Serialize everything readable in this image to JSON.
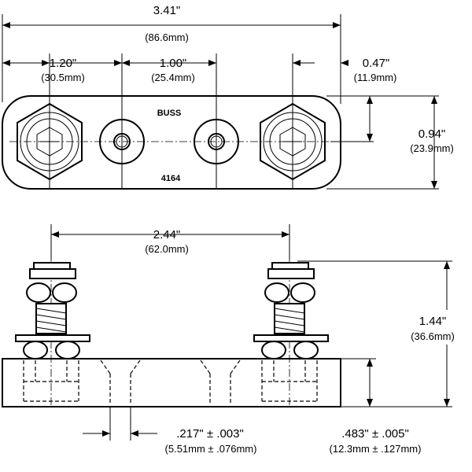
{
  "top_view": {
    "overall_length": {
      "inch": "3.41\"",
      "mm": "(86.6mm)"
    },
    "first_spacing": {
      "inch": "1.20\"",
      "mm": "(30.5mm)"
    },
    "second_spacing": {
      "inch": "1.00\"",
      "mm": "(25.4mm)"
    },
    "end_offset": {
      "inch": "0.47\"",
      "mm": "(11.9mm)"
    },
    "width": {
      "inch": "0.94\"",
      "mm": "(23.9mm)"
    },
    "brand_marking": "BUSS",
    "part_marking": "4164"
  },
  "side_view": {
    "stud_spacing": {
      "inch": "2.44\"",
      "mm": "(62.0mm)"
    },
    "overall_height": {
      "inch": "1.44\"",
      "mm": "(36.6mm)"
    },
    "hole_diameter": {
      "inch": ".217\" ± .003\"",
      "mm": "(5.51mm ± .076mm)"
    },
    "base_thickness": {
      "inch": ".483\" ± .005\"",
      "mm": "(12.3mm ± .127mm)"
    }
  }
}
